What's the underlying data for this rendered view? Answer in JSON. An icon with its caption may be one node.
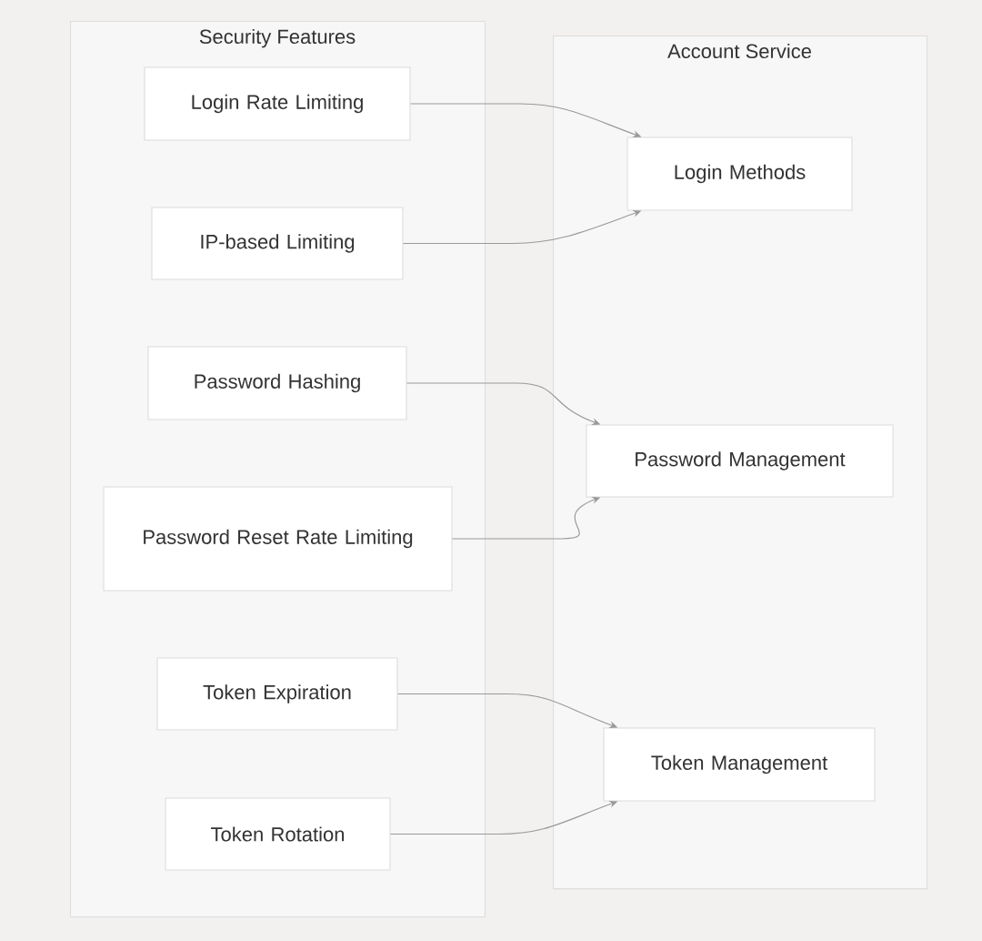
{
  "diagram": {
    "nodes": [
      {
        "text": [
          "Security Features"
        ]
      },
      {
        "text": [
          "Account Service"
        ]
      },
      {
        "text": [
          "Login Rate Limiting"
        ],
        "in": 0
      },
      {
        "text": [
          "IP-based Limiting"
        ],
        "in": 0
      },
      {
        "text": [
          "Password Hashing"
        ],
        "in": 0
      },
      {
        "text": [
          "Password Reset Rate Limiting"
        ],
        "in": 0
      },
      {
        "text": [
          "Token Expiration"
        ],
        "in": 0
      },
      {
        "text": [
          "Token Rotation"
        ],
        "in": 0
      },
      {
        "text": [
          "Login Methods"
        ],
        "in": 1
      },
      {
        "text": [
          "Password Management"
        ],
        "in": 1
      },
      {
        "text": [
          "Token Management"
        ],
        "in": 1
      }
    ],
    "edges": [
      {
        "from": 2,
        "to": 8,
        "arrow": "to"
      },
      {
        "from": 3,
        "to": 8,
        "arrow": "to"
      },
      {
        "from": 4,
        "to": 9,
        "arrow": "to"
      },
      {
        "from": 5,
        "to": 9,
        "arrow": "to"
      },
      {
        "from": 6,
        "to": 10,
        "arrow": "to"
      },
      {
        "from": 7,
        "to": 10,
        "arrow": "to"
      }
    ]
  }
}
